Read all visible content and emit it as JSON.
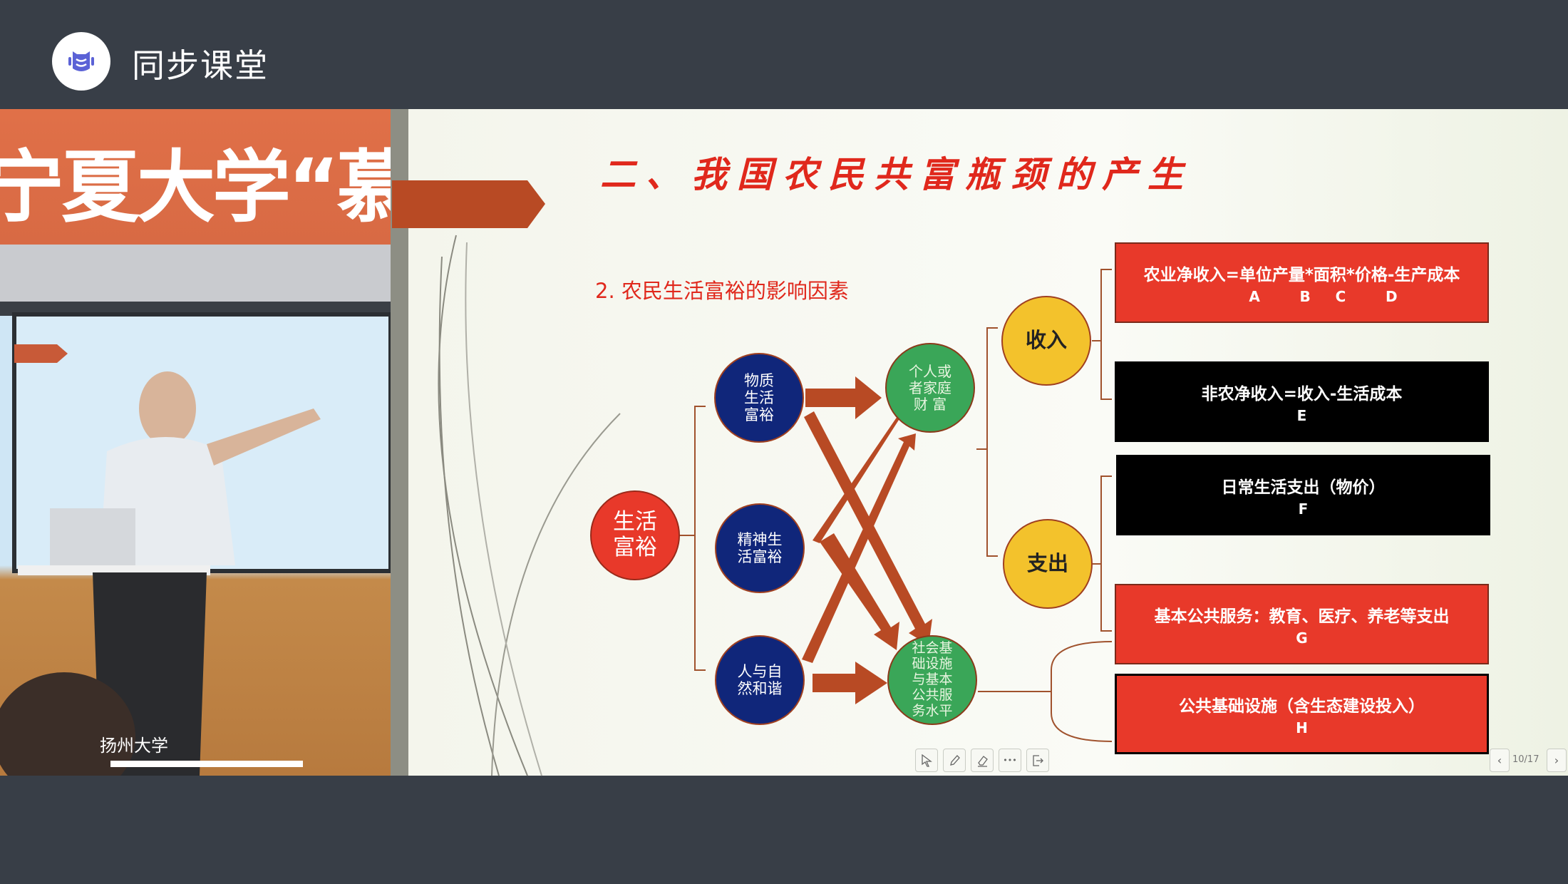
{
  "app": {
    "title": "同步课堂",
    "logo_icon": "classroom-logo-icon"
  },
  "video": {
    "banner_text": "宁夏大学“慕课",
    "location_label": "扬州大学"
  },
  "slide": {
    "title": "二、我国农民共富瓶颈的产生",
    "subtitle": "2. 农民生活富裕的影响因素",
    "root": "生活富裕",
    "factors": [
      "物质生活富裕",
      "精神生活富裕",
      "人与自然和谐"
    ],
    "outcomes": [
      "个人或者家庭财 富",
      "社会基础设施与基本公共服务水平"
    ],
    "branches": [
      "收入",
      "支出"
    ],
    "boxes": [
      {
        "text": "农业净收入=单位产量*面积*价格-生产成本",
        "sub": "A        B     C        D"
      },
      {
        "text": "非农净收入=收入-生活成本",
        "sub": "E"
      },
      {
        "text": "日常生活支出（物价）",
        "sub": "F"
      },
      {
        "text": "基本公共服务：教育、医疗、养老等支出",
        "sub": "G"
      },
      {
        "text": "公共基础设施（含生态建设投入）",
        "sub": "H"
      }
    ],
    "colors": {
      "red": "#e8392a",
      "black": "#000000",
      "navy": "#10267a",
      "green": "#3aa658",
      "yellow": "#f3c22c",
      "arrow": "#b84a24"
    }
  },
  "toolbar": {
    "more_label": "•••"
  },
  "pager": {
    "label": "10/17"
  }
}
